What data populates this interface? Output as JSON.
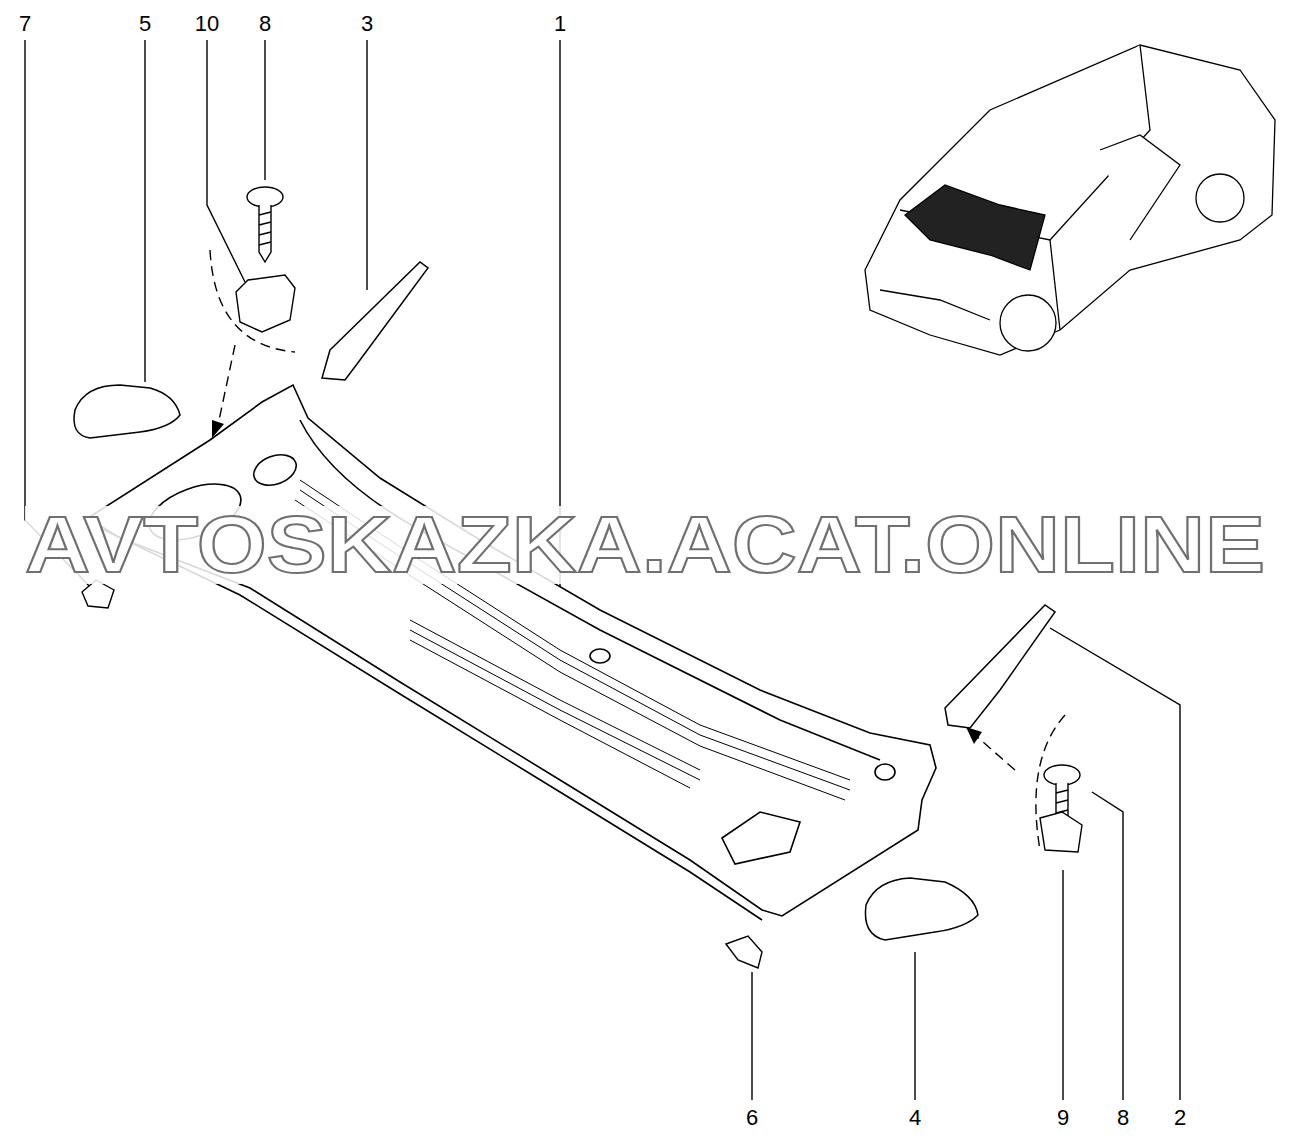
{
  "diagram": {
    "labels": [
      "7",
      "5",
      "10",
      "8",
      "3",
      "1",
      "AVTOSKAZKA.ACAT.ONLINE",
      "6",
      "4",
      "9",
      "8",
      "2"
    ]
  }
}
